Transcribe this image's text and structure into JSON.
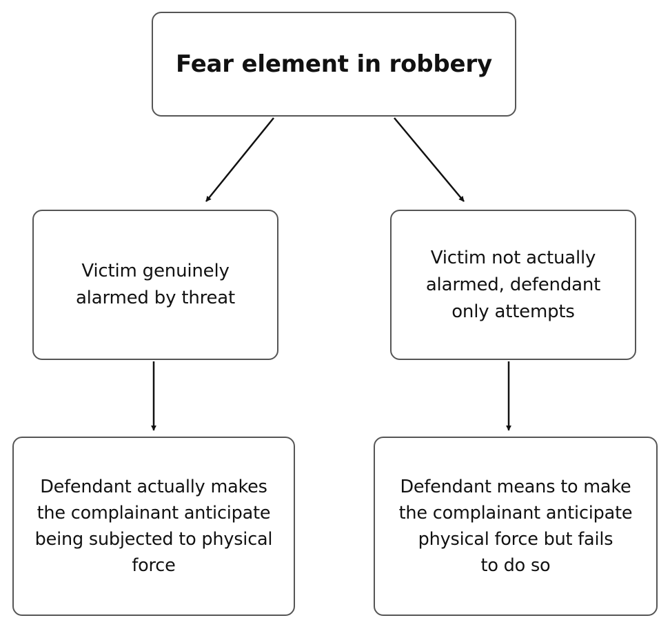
{
  "diagram": {
    "root": {
      "label": "Fear element in robbery"
    },
    "left_branch": {
      "condition": "Victim genuinely\nalarmed by threat",
      "outcome": "Defendant actually makes\nthe complainant anticipate\nbeing subjected to physical\nforce"
    },
    "right_branch": {
      "condition": "Victim not actually\nalarmed, defendant\nonly attempts",
      "outcome": "Defendant means to make\nthe complainant anticipate\nphysical force but fails\nto do so"
    }
  },
  "colors": {
    "box_border": "#555555",
    "arrow": "#111111",
    "text": "#111111",
    "background": "#ffffff"
  }
}
